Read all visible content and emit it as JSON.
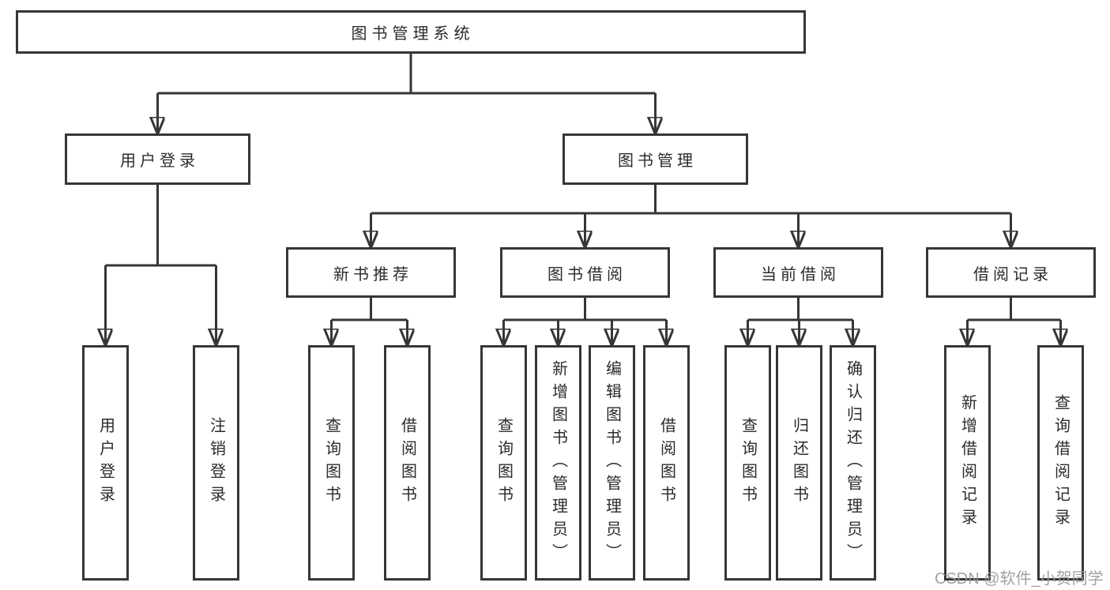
{
  "nodes": {
    "root": {
      "label": "图书管理系统"
    },
    "branches": [
      {
        "label": "用户登录",
        "children": [
          {
            "label": "用户登录"
          },
          {
            "label": "注销登录"
          }
        ]
      },
      {
        "label": "图书管理",
        "children": [
          {
            "label": "新书推荐",
            "children": [
              {
                "label": "查询图书"
              },
              {
                "label": "借阅图书"
              }
            ]
          },
          {
            "label": "图书借阅",
            "children": [
              {
                "label": "查询图书"
              },
              {
                "label": "新增图书（管理员）"
              },
              {
                "label": "编辑图书（管理员）"
              },
              {
                "label": "借阅图书"
              }
            ]
          },
          {
            "label": "当前借阅",
            "children": [
              {
                "label": "查询图书"
              },
              {
                "label": "归还图书"
              },
              {
                "label": "确认归还（管理员）"
              }
            ]
          },
          {
            "label": "借阅记录",
            "children": [
              {
                "label": "新增借阅记录"
              },
              {
                "label": "查询借阅记录"
              }
            ]
          }
        ]
      }
    ]
  },
  "watermark": {
    "text": "CSDN @软件_小贺同学"
  },
  "colors": {
    "line": "#363636",
    "text": "#2b2b2b",
    "watermark": "#9a9a9a",
    "background": "#ffffff"
  }
}
